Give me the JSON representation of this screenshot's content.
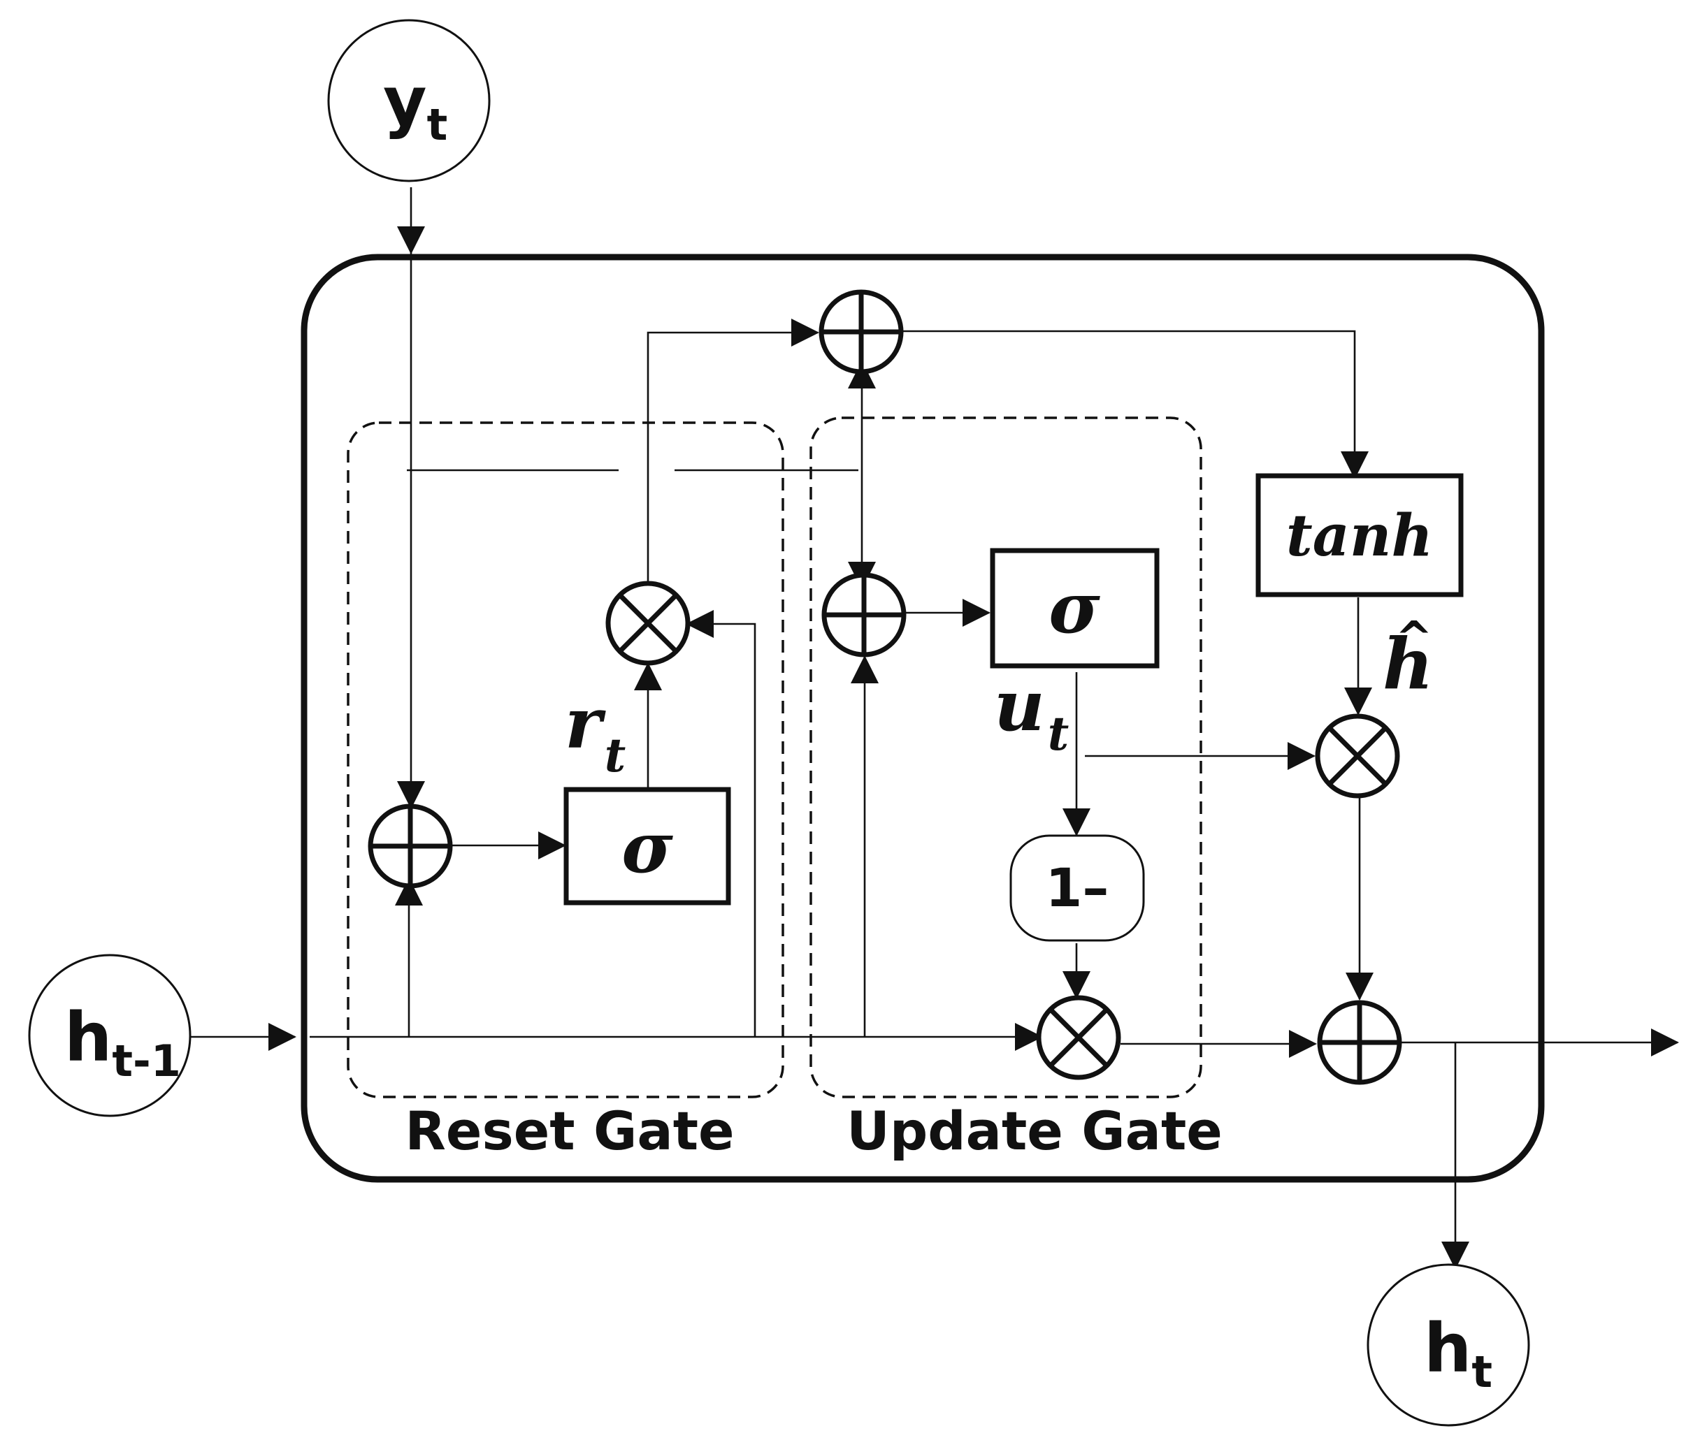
{
  "inputs": {
    "y": {
      "main": "y",
      "sub": "t"
    },
    "h_prev": {
      "main": "h",
      "sub": "t-1"
    },
    "h_out": {
      "main": "h",
      "sub": "t"
    }
  },
  "gates": {
    "reset_label": "Reset Gate",
    "update_label": "Update Gate"
  },
  "blocks": {
    "sigma": "σ",
    "tanh": "tanh",
    "one_minus": "1–"
  },
  "symbols": {
    "r": {
      "main": "r",
      "sub": "t"
    },
    "u": {
      "main": "u",
      "sub": "t"
    },
    "h_hat": "h",
    "hat_mark": "^"
  },
  "icons": {
    "add": "circled-plus-icon",
    "mul": "circled-times-icon"
  }
}
